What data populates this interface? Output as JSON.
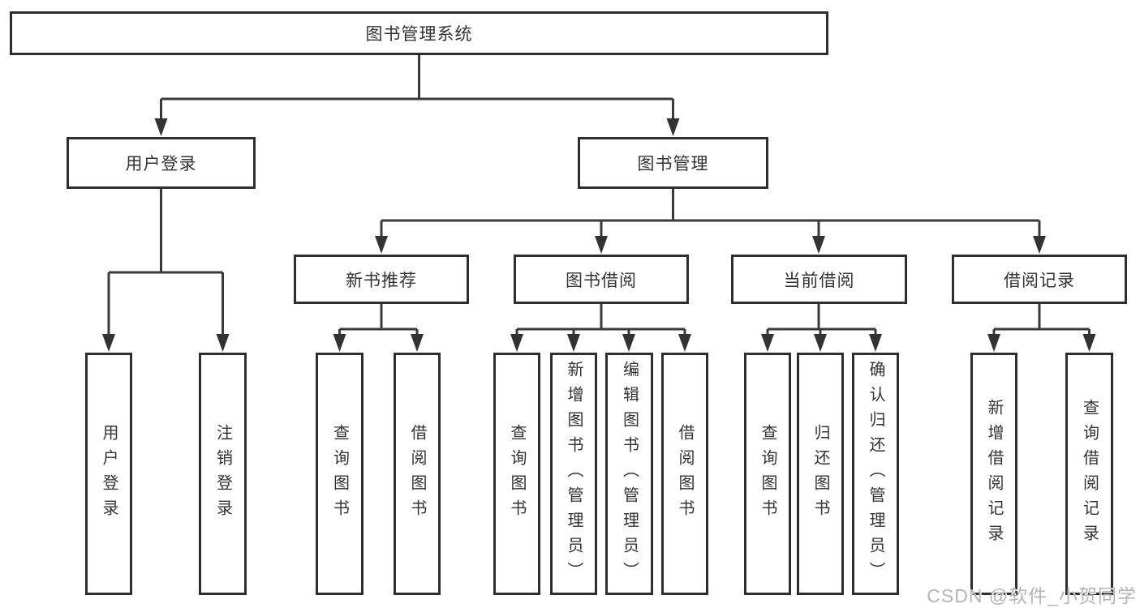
{
  "diagram": {
    "root": {
      "label": "图书管理系统"
    },
    "branches": [
      {
        "label": "用户登录",
        "children": [
          {
            "label": "用户登录"
          },
          {
            "label": "注销登录"
          }
        ]
      },
      {
        "label": "图书管理",
        "children": [
          {
            "label": "新书推荐",
            "children": [
              {
                "label": "查询图书"
              },
              {
                "label": "借阅图书"
              }
            ]
          },
          {
            "label": "图书借阅",
            "children": [
              {
                "label": "查询图书"
              },
              {
                "label": "新增图书（管理员）"
              },
              {
                "label": "编辑图书（管理员）"
              },
              {
                "label": "借阅图书"
              }
            ]
          },
          {
            "label": "当前借阅",
            "children": [
              {
                "label": "查询图书"
              },
              {
                "label": "归还图书"
              },
              {
                "label": "确认归还（管理员）"
              }
            ]
          },
          {
            "label": "借阅记录",
            "children": [
              {
                "label": "新增借阅记录"
              },
              {
                "label": "查询借阅记录"
              }
            ]
          }
        ]
      }
    ],
    "watermark": "CSDN @软件_小贺同学",
    "colors": {
      "line": "#3a3a3a",
      "border": "#2e2e2e",
      "text": "#333333",
      "background": "#ffffff",
      "watermark": "#b5b5b5"
    }
  }
}
